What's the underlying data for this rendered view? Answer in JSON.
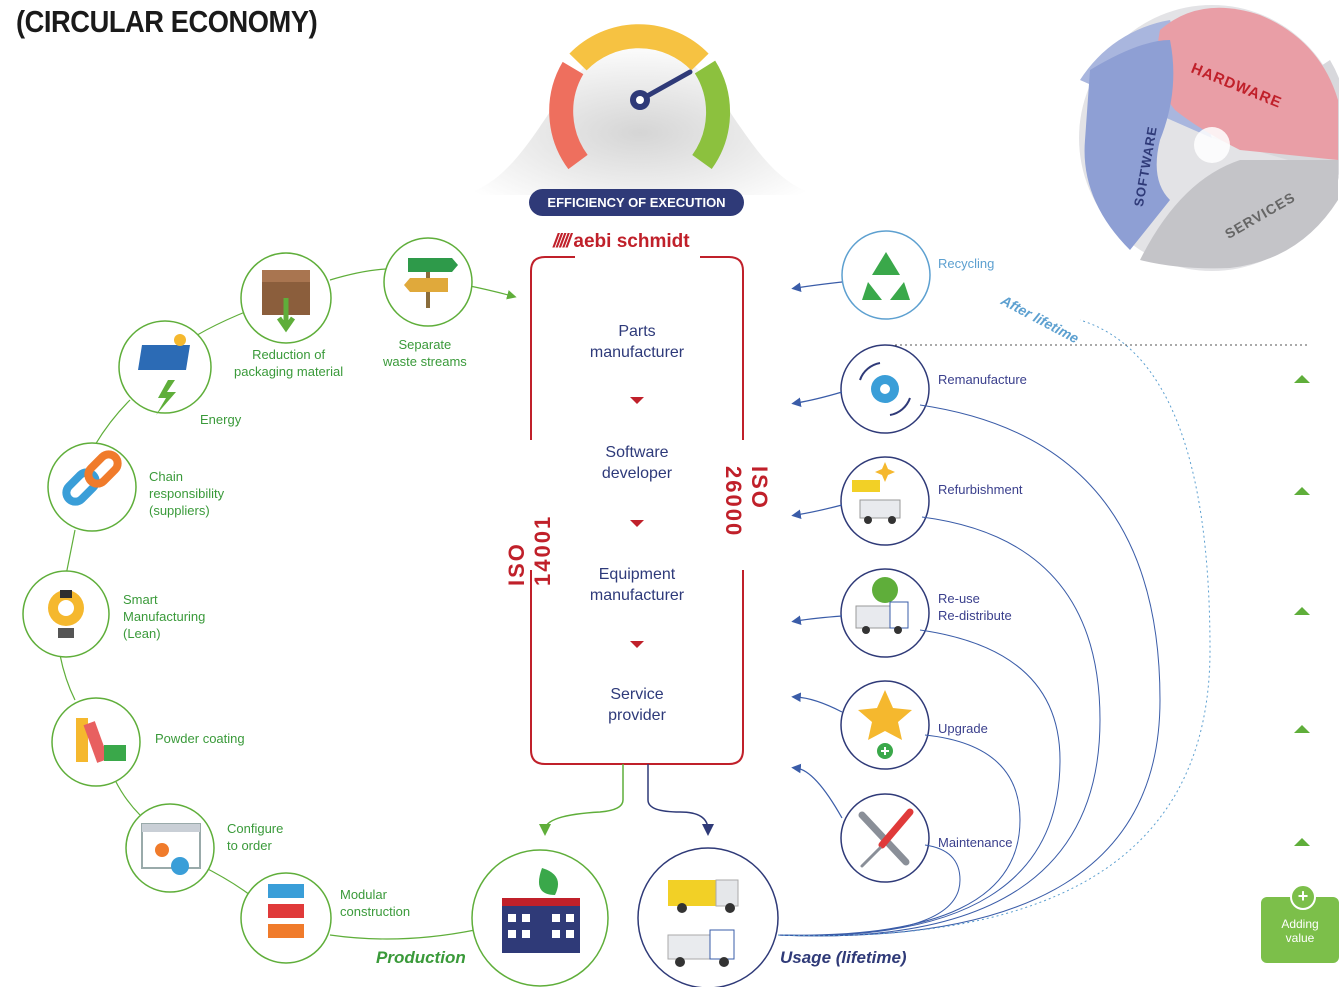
{
  "title": "(CIRCULAR ECONOMY)",
  "efficiency_label": "EFFICIENCY OF EXECUTION",
  "brand": "aebi schmidt",
  "iso_left": "ISO 14001",
  "iso_right": "ISO 26000",
  "center_steps": [
    "Parts\nmanufacturer",
    "Software\ndeveloper",
    "Equipment\nmanufacturer",
    "Service\nprovider"
  ],
  "production_items": [
    {
      "label": "Separate\nwaste streams",
      "icon": "signpost-icon"
    },
    {
      "label": "Reduction of\npackaging material",
      "icon": "box-icon"
    },
    {
      "label": "Energy",
      "icon": "solar-panel-icon"
    },
    {
      "label": "Chain\nresponsibility\n(suppliers)",
      "icon": "chain-icon"
    },
    {
      "label": "Smart\nManufacturing\n(Lean)",
      "icon": "lightbulb-gear-icon"
    },
    {
      "label": "Powder coating",
      "icon": "color-swatch-icon"
    },
    {
      "label": "Configure\nto order",
      "icon": "browser-gears-icon"
    },
    {
      "label": "Modular\nconstruction",
      "icon": "bricks-icon"
    }
  ],
  "lifecycle_items": [
    {
      "label": "Recycling",
      "icon": "recycle-icon"
    },
    {
      "label": "Remanufacture",
      "icon": "gear-cycle-icon"
    },
    {
      "label": "Refurbishment",
      "icon": "truck-sparkle-icon"
    },
    {
      "label": "Re-use\nRe-distribute",
      "icon": "sweeper-reuse-icon"
    },
    {
      "label": "Upgrade",
      "icon": "star-plus-icon"
    },
    {
      "label": "Maintenance",
      "icon": "wrench-screwdriver-icon"
    }
  ],
  "after_lifetime": "After lifetime",
  "production_label": "Production",
  "usage_label": "Usage (lifetime)",
  "adding_value": "Adding\nvalue",
  "puzzle": {
    "hardware": "HARDWARE",
    "software": "SOFTWARE",
    "services": "SERVICES"
  },
  "colors": {
    "green": "#5fae3a",
    "navy": "#2f3a78",
    "red": "#c0202a",
    "light_blue": "#5da0d0"
  }
}
